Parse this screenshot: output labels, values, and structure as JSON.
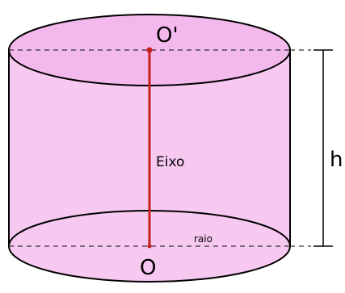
{
  "labels": {
    "top_center": "O'",
    "bottom_center": "O",
    "axis": "Eixo",
    "radius": "raio",
    "height": "h"
  },
  "colors": {
    "fill": "#f7c8f0",
    "outline": "#000000",
    "axis_line": "#c81e1e",
    "guide_lines": "#333333"
  }
}
